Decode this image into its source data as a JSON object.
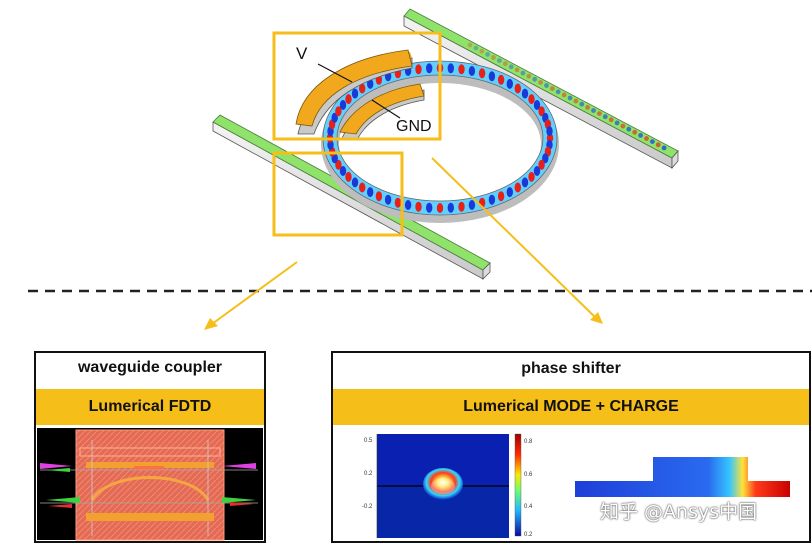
{
  "labels": {
    "voltage": "V",
    "ground": "GND"
  },
  "panels": {
    "left": {
      "title": "waveguide coupler",
      "band": "Lumerical FDTD"
    },
    "right": {
      "title": "phase shifter",
      "band": "Lumerical MODE + CHARGE",
      "axis_ticks": [
        "0.5",
        "0.2",
        "-0.2"
      ],
      "colorbar_ticks": [
        "0.8",
        "0.6",
        "0.4",
        "0.2"
      ]
    }
  },
  "watermark": "知乎 @Ansys中国",
  "colors": {
    "highlight": "#f5be18",
    "waveguide": "#8fe36a",
    "electrode": "#f2a81c",
    "divider": "#222222"
  },
  "icons": [
    "arrow-left-down-icon",
    "arrow-right-down-icon"
  ]
}
